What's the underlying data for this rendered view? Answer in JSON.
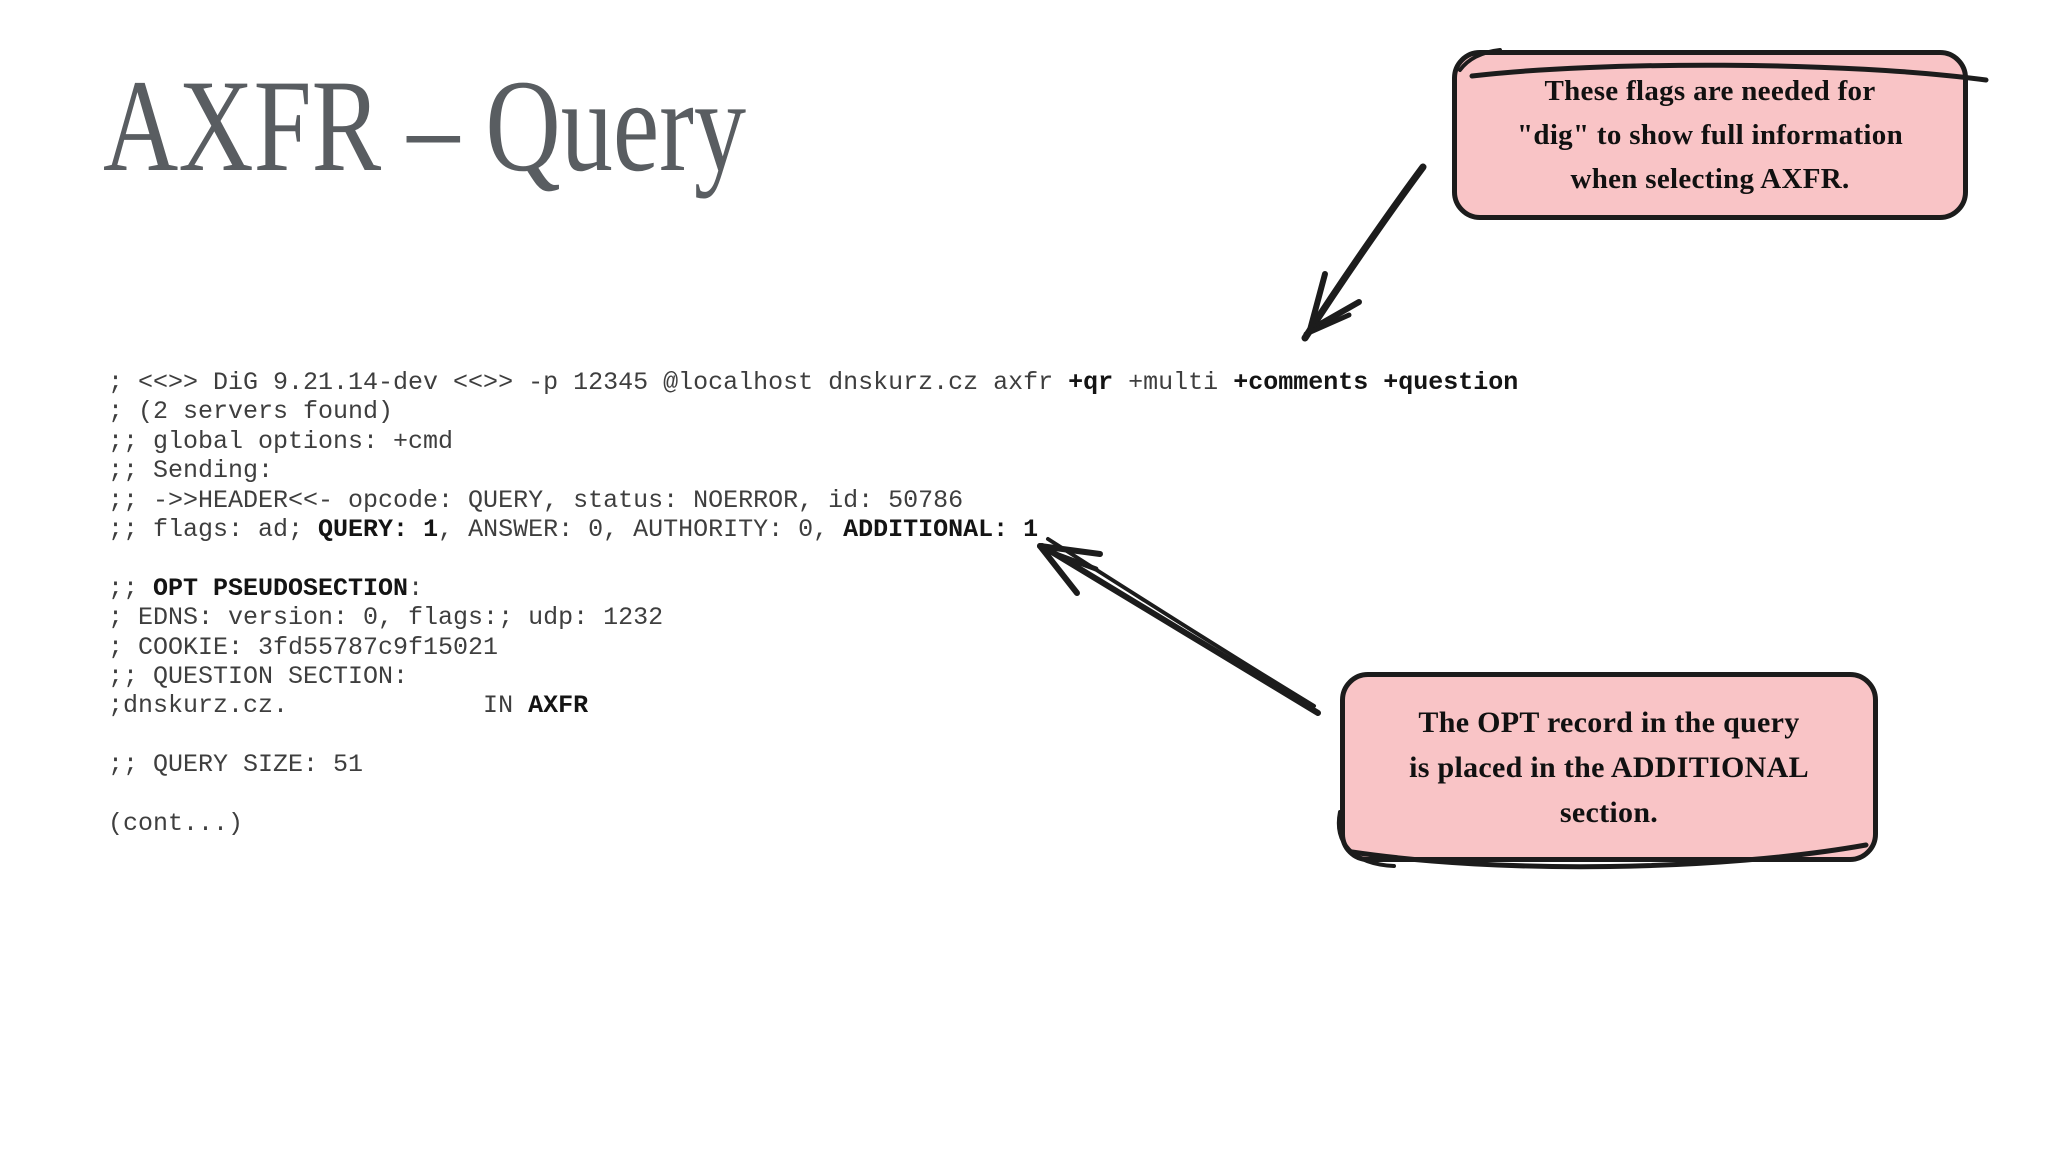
{
  "slide": {
    "title": "AXFR – Query",
    "background_color": "#ffffff",
    "title_color": "#595d61"
  },
  "terminal": {
    "text_color": "#3e3e3e",
    "bold_color": "#141414",
    "lines": [
      {
        "segments": [
          {
            "t": "; <<>> DiG 9.21.14-dev <<>> -p 12345 @localhost dnskurz.cz axfr "
          },
          {
            "t": "+qr",
            "b": true
          },
          {
            "t": " +multi "
          },
          {
            "t": "+comments +question",
            "b": true
          }
        ]
      },
      {
        "segments": [
          {
            "t": "; (2 servers found)"
          }
        ]
      },
      {
        "segments": [
          {
            "t": ";; global options: +cmd"
          }
        ]
      },
      {
        "segments": [
          {
            "t": ";; Sending:"
          }
        ]
      },
      {
        "segments": [
          {
            "t": ";; ->>HEADER<<- opcode: QUERY, status: NOERROR, id: 50786"
          }
        ]
      },
      {
        "segments": [
          {
            "t": ";; flags: ad; "
          },
          {
            "t": "QUERY: 1",
            "b": true
          },
          {
            "t": ", ANSWER: 0, AUTHORITY: 0, "
          },
          {
            "t": "ADDITIONAL: 1",
            "b": true
          }
        ]
      },
      {
        "segments": []
      },
      {
        "segments": [
          {
            "t": ";; "
          },
          {
            "t": "OPT PSEUDOSECTION",
            "b": true
          },
          {
            "t": ":"
          }
        ]
      },
      {
        "segments": [
          {
            "t": "; EDNS: version: 0, flags:; udp: 1232"
          }
        ]
      },
      {
        "segments": [
          {
            "t": "; COOKIE: 3fd55787c9f15021"
          }
        ]
      },
      {
        "segments": [
          {
            "t": ";; QUESTION SECTION:"
          }
        ]
      },
      {
        "segments": [
          {
            "t": ";dnskurz.cz.             IN "
          },
          {
            "t": "AXFR",
            "b": true
          }
        ]
      },
      {
        "segments": []
      },
      {
        "segments": [
          {
            "t": ";; QUERY SIZE: 51"
          }
        ]
      },
      {
        "segments": []
      },
      {
        "segments": [
          {
            "t": "(cont...)"
          }
        ]
      }
    ]
  },
  "callouts": {
    "fill": "#f9c4c6",
    "border": "#1c1c1c",
    "text_color": "#111111",
    "flags_note": {
      "lines": [
        "These flags are needed for",
        "\"dig\" to show full information",
        "when selecting AXFR."
      ]
    },
    "opt_note": {
      "lines": [
        "The OPT record in the query",
        "is placed in the ADDITIONAL",
        "section."
      ]
    }
  },
  "arrows": {
    "color": "#1c1c1c"
  }
}
